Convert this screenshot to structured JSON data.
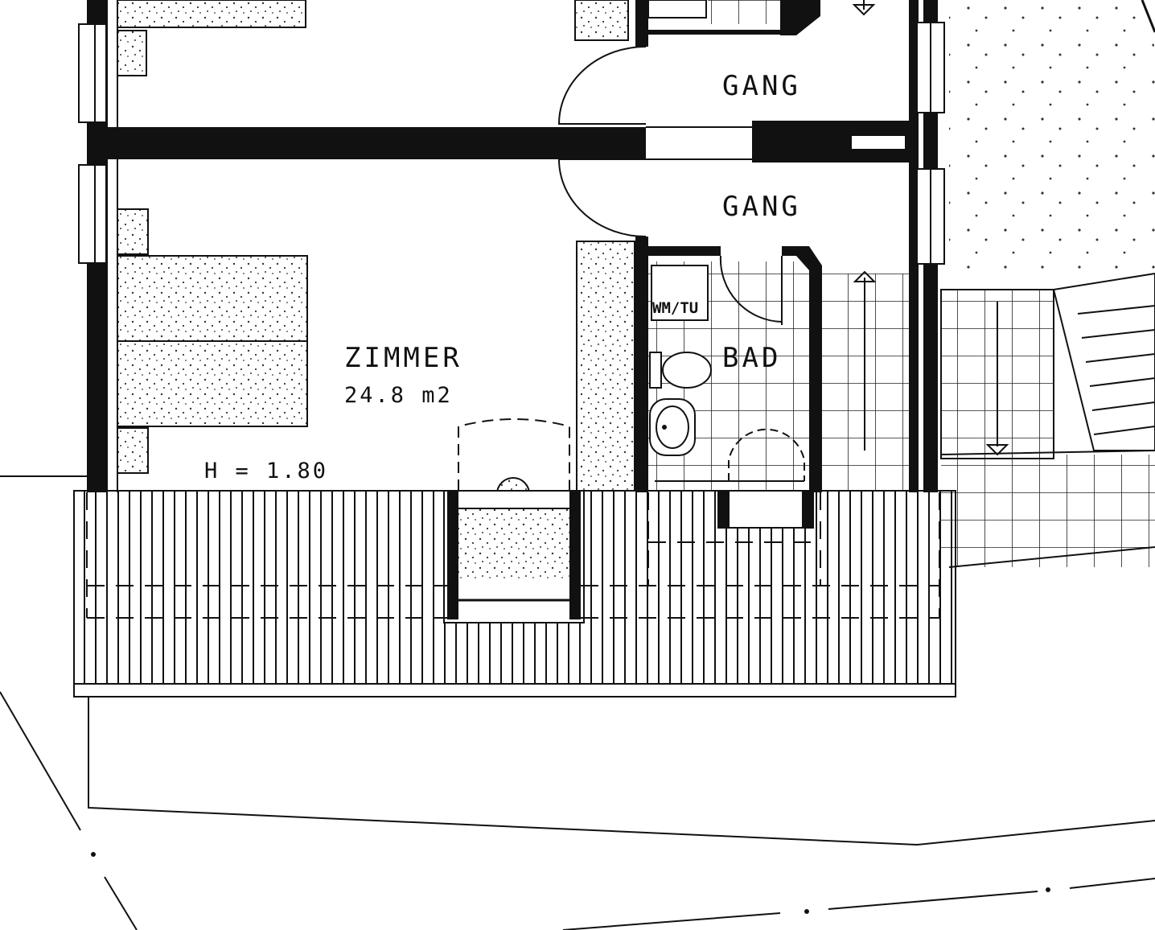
{
  "labels": {
    "gang_upper": "GANG",
    "gang_lower": "GANG",
    "zimmer_name": "ZIMMER",
    "zimmer_area": "24.8 m2",
    "height": "H = 1.80",
    "bad": "BAD",
    "wm_tu": "WM/TU"
  }
}
